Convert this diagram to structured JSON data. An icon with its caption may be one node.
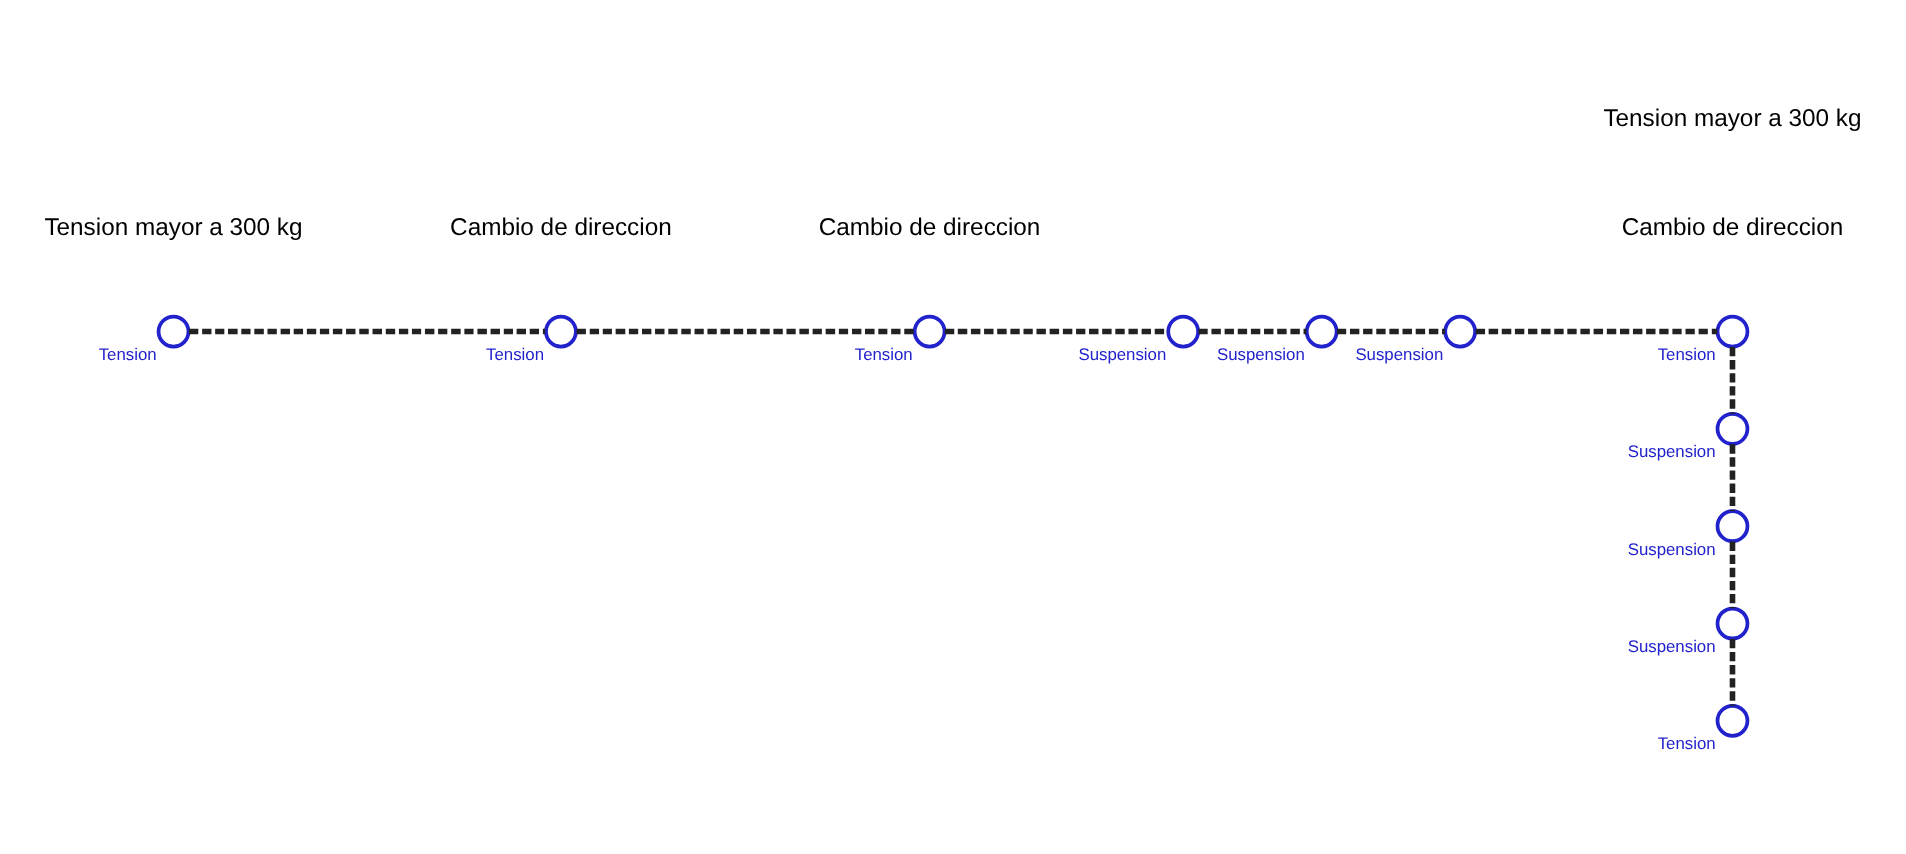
{
  "diagram": {
    "nodes": [
      {
        "text": [],
        "shape": "circle",
        "beside": [
          "Tension"
        ]
      },
      {
        "text": [],
        "shape": "circle",
        "beside": [
          "Tension"
        ]
      },
      {
        "text": [],
        "shape": "circle",
        "beside": [
          "Tension"
        ]
      },
      {
        "text": [],
        "shape": "circle",
        "beside": [
          "Suspension"
        ]
      },
      {
        "text": [],
        "shape": "circle",
        "beside": [
          "Suspension"
        ]
      },
      {
        "text": [],
        "shape": "circle",
        "beside": [
          "Suspension"
        ]
      },
      {
        "text": [],
        "shape": "circle",
        "beside": [
          "Tension"
        ]
      },
      {
        "text": [],
        "shape": "circle",
        "beside": [
          "Suspension"
        ]
      },
      {
        "text": [],
        "shape": "circle",
        "beside": [
          "Suspension"
        ]
      },
      {
        "text": [],
        "shape": "circle",
        "beside": [
          "Suspension"
        ]
      },
      {
        "text": [],
        "shape": "circle",
        "beside": [
          "Tension"
        ]
      }
    ],
    "edges": [
      {
        "from": 0,
        "to": 1,
        "arrow": "none",
        "style": "dashed"
      },
      {
        "from": 1,
        "to": 2,
        "arrow": "none",
        "style": "dashed"
      },
      {
        "from": 2,
        "to": 3,
        "arrow": "none",
        "style": "dashed"
      },
      {
        "from": 3,
        "to": 4,
        "arrow": "none",
        "style": "dashed"
      },
      {
        "from": 4,
        "to": 5,
        "arrow": "none",
        "style": "dashed"
      },
      {
        "from": 5,
        "to": 6,
        "arrow": "none",
        "style": "dashed"
      },
      {
        "from": 6,
        "to": 7,
        "arrow": "none",
        "style": "dashed"
      },
      {
        "from": 7,
        "to": 8,
        "arrow": "none",
        "style": "dashed"
      },
      {
        "from": 8,
        "to": 9,
        "arrow": "none",
        "style": "dashed"
      },
      {
        "from": 9,
        "to": 10,
        "arrow": "none",
        "style": "dashed"
      }
    ],
    "labels": [
      "Cambio de direccion",
      "Cambio de direccion",
      "Tension mayor a 300 kg",
      "Tension mayor a 300 kg",
      "Cambio de direccion"
    ]
  }
}
